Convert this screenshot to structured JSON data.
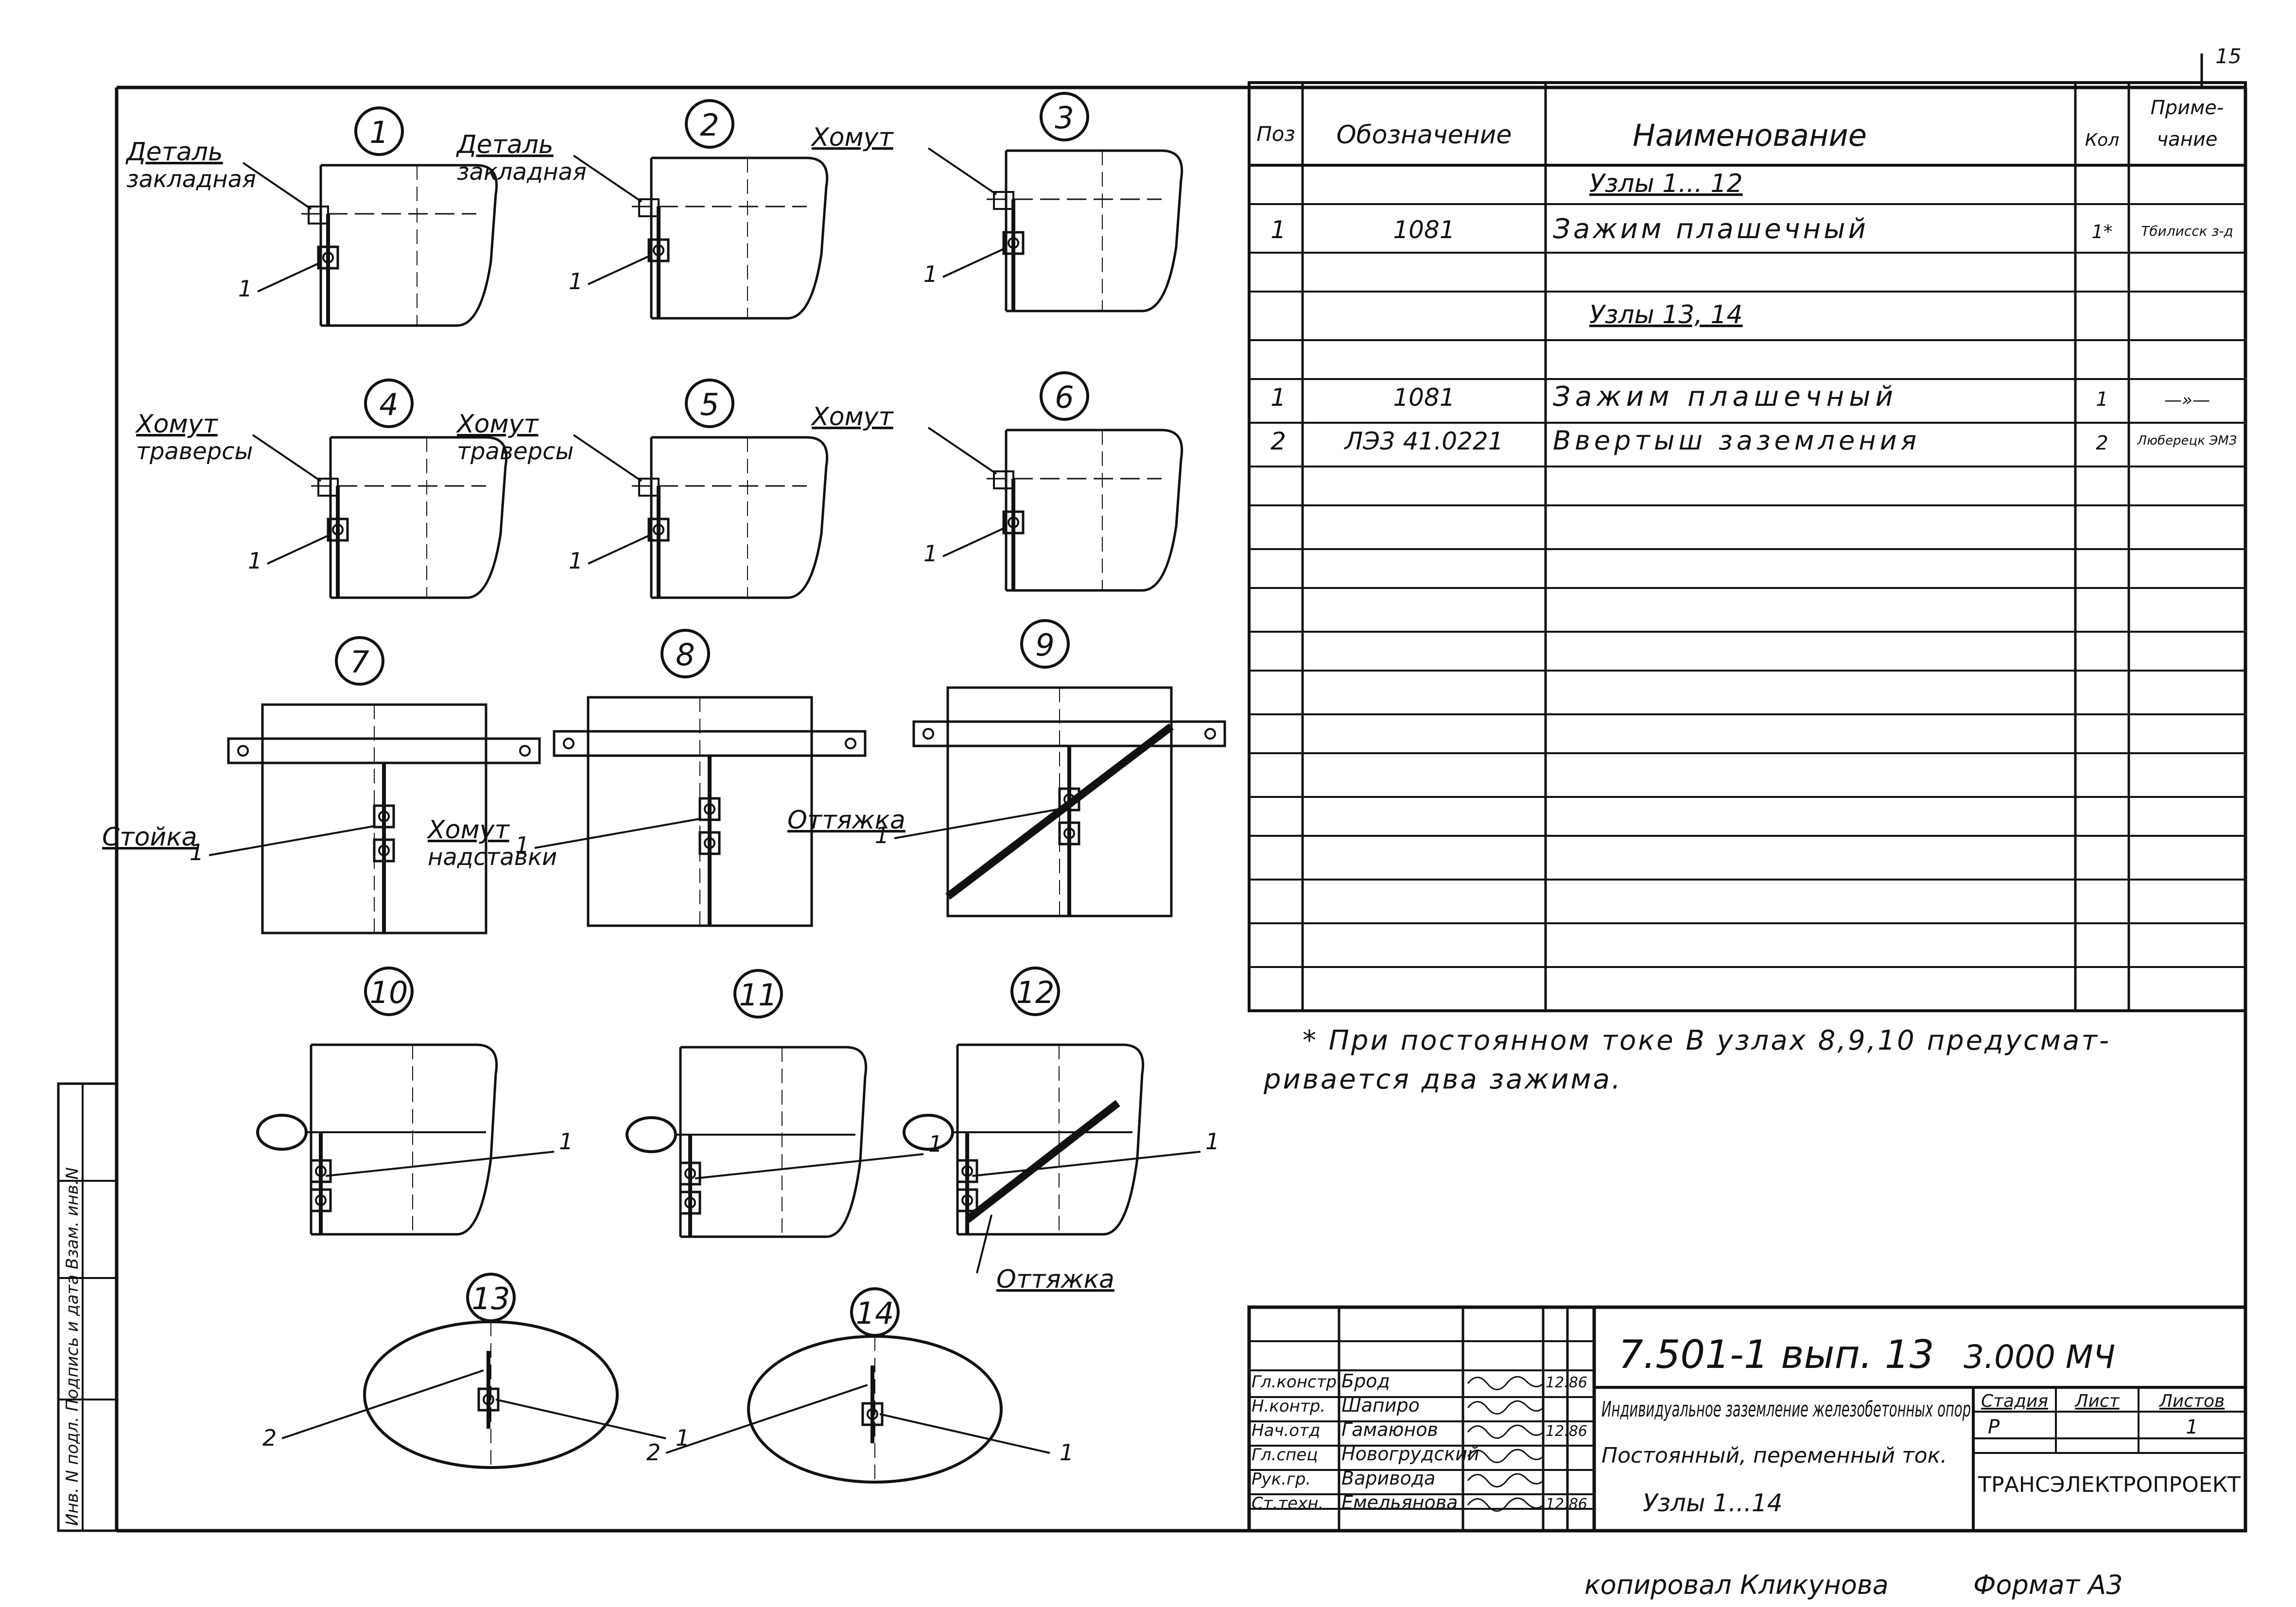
{
  "sheet": {
    "page_number": "15",
    "footnote": {
      "line1": "* При постоянном токе   В узлах 8,9,10 предусмат-",
      "line2": "ривается два зажима."
    },
    "copied_by": "копировал Кликунова",
    "format": "Формат А3",
    "side_stamp": "Инв. N подл.  Подпись и дата  Взам. инв.N"
  },
  "spec_table": {
    "headers": {
      "pos": "Поз",
      "designation": "Обозначение",
      "name": "Наименование",
      "qty": "Кол",
      "note_line1": "Приме-",
      "note_line2": "чание"
    },
    "rows": [
      {
        "pos": "",
        "designation": "",
        "name": "Узлы 1... 12",
        "qty": "",
        "note": ""
      },
      {
        "pos": "1",
        "designation": "1081",
        "name": "Зажим плашечный",
        "qty": "1*",
        "note": "Тбилисск з-д"
      },
      {
        "pos": "",
        "designation": "",
        "name": "",
        "qty": "",
        "note": ""
      },
      {
        "pos": "",
        "designation": "",
        "name": "Узлы 13, 14",
        "qty": "",
        "note": ""
      },
      {
        "pos": "",
        "designation": "",
        "name": "",
        "qty": "",
        "note": ""
      },
      {
        "pos": "1",
        "designation": "1081",
        "name": "Зажим плашечный",
        "qty": "1",
        "note": "—»—"
      },
      {
        "pos": "2",
        "designation": "ЛЭ3 41.0221",
        "name": "Ввертыш заземления",
        "qty": "2",
        "note": "Люберецк ЭМЗ"
      }
    ]
  },
  "title_block": {
    "code": "7.501-1 вып. 13",
    "doc_code": "3.000 МЧ",
    "title": "Индивидуальное заземление железобетонных опор",
    "subtitle": "Постоянный, переменный ток.",
    "nodes": "Узлы 1...14",
    "stage_label": "Стадия",
    "sheet_label": "Лист",
    "sheets_label": "Листов",
    "stage": "Р",
    "sheets": "1",
    "company": "ТРАНСЭЛЕКТРОПРОЕКТ",
    "signatures": [
      {
        "role": "Гл.констр",
        "name": "Брод",
        "date": "12.86"
      },
      {
        "role": "Н.контр.",
        "name": "Шапиро",
        "date": ""
      },
      {
        "role": "Нач.отд",
        "name": "Гамаюнов",
        "date": "12.86"
      },
      {
        "role": "Гл.спец",
        "name": "Новогрудский",
        "date": ""
      },
      {
        "role": "Рук.гр.",
        "name": "Варивода",
        "date": ""
      },
      {
        "role": "Ст.техн.",
        "name": "Емельянова",
        "date": "12.86"
      }
    ]
  },
  "nodes": [
    {
      "num": "1",
      "labels": [
        "Деталь",
        "закладная"
      ],
      "callouts": [
        "1"
      ]
    },
    {
      "num": "2",
      "labels": [
        "Деталь",
        "закладная"
      ],
      "callouts": [
        "1"
      ]
    },
    {
      "num": "3",
      "labels": [
        "Хомут"
      ],
      "callouts": [
        "1"
      ]
    },
    {
      "num": "4",
      "labels": [
        "Хомут",
        "траверсы"
      ],
      "callouts": [
        "1"
      ]
    },
    {
      "num": "5",
      "labels": [
        "Хомут",
        "траверсы"
      ],
      "callouts": [
        "1"
      ]
    },
    {
      "num": "6",
      "labels": [
        "Хомут"
      ],
      "callouts": [
        "1"
      ]
    },
    {
      "num": "7",
      "labels": [
        "Стойка"
      ],
      "callouts": [
        "1"
      ]
    },
    {
      "num": "8",
      "labels": [
        "Хомут",
        "надставки"
      ],
      "callouts": [
        "1"
      ]
    },
    {
      "num": "9",
      "labels": [
        "Оттяжка"
      ],
      "callouts": [
        "1"
      ]
    },
    {
      "num": "10",
      "labels": [],
      "callouts": [
        "1"
      ]
    },
    {
      "num": "11",
      "labels": [],
      "callouts": [
        "1"
      ]
    },
    {
      "num": "12",
      "labels": [
        "Оттяжка"
      ],
      "callouts": [
        "1"
      ]
    },
    {
      "num": "13",
      "labels": [],
      "callouts": [
        "2",
        "1"
      ]
    },
    {
      "num": "14",
      "labels": [],
      "callouts": [
        "2",
        "1"
      ]
    }
  ]
}
